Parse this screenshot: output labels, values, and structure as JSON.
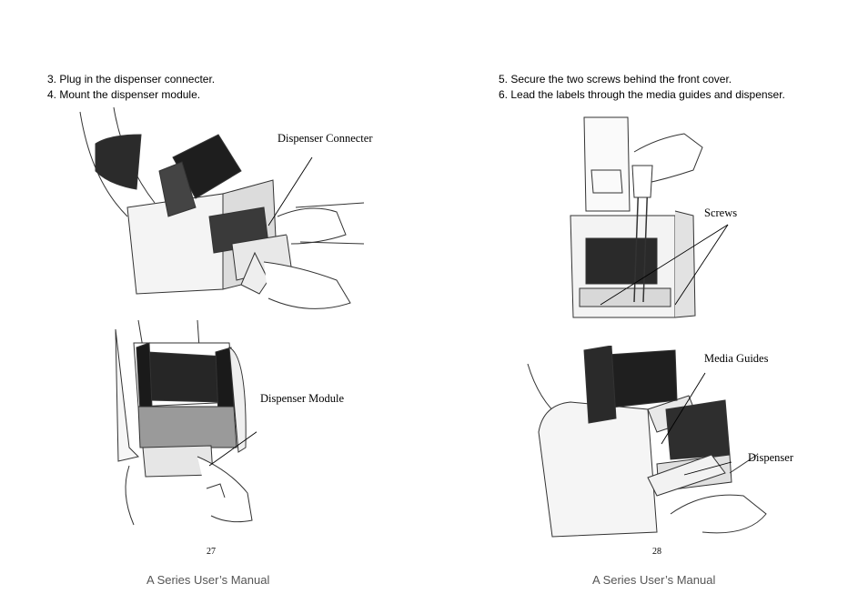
{
  "left_page": {
    "steps": [
      "3. Plug in the dispenser connecter.",
      "4. Mount the dispenser module."
    ],
    "callouts": {
      "connecter": "Dispenser Connecter",
      "module": "Dispenser Module"
    },
    "page_number": "27",
    "footer": "A Series User’s Manual"
  },
  "right_page": {
    "steps": [
      "5. Secure the two screws behind the front cover.",
      "6. Lead the labels through the media guides and dispenser."
    ],
    "callouts": {
      "screws": "Screws",
      "media_guides": "Media Guides",
      "dispenser": "Dispenser"
    },
    "page_number": "28",
    "footer": "A Series User’s Manual"
  }
}
